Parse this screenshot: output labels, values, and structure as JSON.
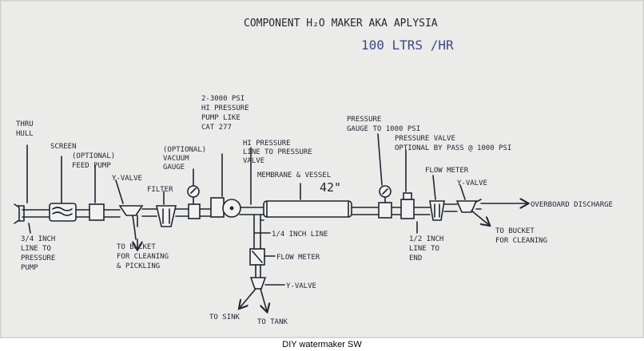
{
  "diagram": {
    "title": "COMPONENT H₂O MAKER AKA APLYSIA",
    "rate": "100 LTRS /HR",
    "labels": {
      "thru_hull": [
        "THRU",
        "HULL"
      ],
      "screen": "SCREEN",
      "feed_pump": [
        "(OPTIONAL)",
        "FEED PUMP"
      ],
      "y_valve_1": "Y-VALVE",
      "filter": "FILTER",
      "vacuum_gauge": [
        "(OPTIONAL)",
        "VACUUM",
        "GAUGE"
      ],
      "hp_pump": [
        "2-3000 PSI",
        "HI PRESSURE",
        "PUMP LIKE",
        "CAT 277"
      ],
      "hp_line": [
        "HI PRESSURE",
        "LINE TO PRESSURE",
        "VALVE"
      ],
      "membrane": "MEMBRANE & VESSEL",
      "membrane_len": "42\"",
      "pressure_gauge": [
        "PRESSURE",
        "GAUGE TO 1000 PSI"
      ],
      "pressure_valve": [
        "PRESSURE VALVE",
        "OPTIONAL BY PASS @ 1000 PSI"
      ],
      "flow_meter_1": "FLOW METER",
      "y_valve_2": "Y-VALVE",
      "overboard": "OVERBOARD DISCHARGE",
      "bucket_right": [
        "TO BUCKET",
        "FOR CLEANING"
      ],
      "inch_line_3_4": [
        "3/4 INCH",
        "LINE TO",
        "PRESSURE",
        "PUMP"
      ],
      "bucket_left": [
        "TO BUCKET",
        "FOR CLEANING",
        "& PICKLING"
      ],
      "quarter_line": "1/4 INCH LINE",
      "flow_meter_2": "FLOW METER",
      "y_valve_3": "Y-VALVE",
      "to_sink": "TO SINK",
      "to_tank": "TO TANK",
      "half_line": [
        "1/2 INCH",
        "LINE TO",
        "END"
      ]
    }
  },
  "caption": "DIY watermaker SW"
}
